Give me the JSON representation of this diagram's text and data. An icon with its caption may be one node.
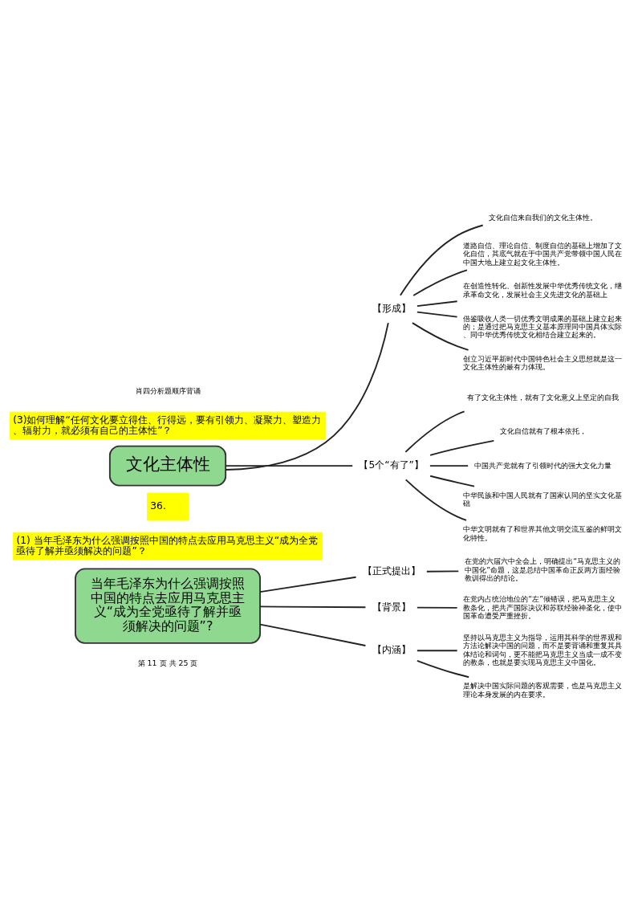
{
  "diagram": {
    "nodes": [
      {
        "text": [
          "文化主体性"
        ]
      },
      {
        "text": [
          "【形成】"
        ]
      },
      {
        "text": [
          "文化自信来自我们的文化主体性。"
        ]
      },
      {
        "text": [
          "道路自信、理论自信、制度自信的基础上增加了文化自信，其底气就在于中国共产党带领中国人民在中国大地上建立起文化主体性。"
        ]
      },
      {
        "text": [
          "在创造性转化、创新性发展中华优秀传统文化，继承革命文化，发展社会主义先进文化的基础上"
        ]
      },
      {
        "text": [
          "借鉴吸收人类一切优秀文明成果的基础上建立起来的；是通过把马克思主义基本原理同中国具体实际、同中华优秀传统文化相结合建立起来的。"
        ]
      },
      {
        "text": [
          "创立习近平新时代中国特色社会主义思想就是这一文化主体性的最有力体现。"
        ]
      },
      {
        "text": [
          "【5个“有了”】"
        ]
      },
      {
        "text": [
          "有了文化主体性，就有了文化意义上坚定的自我"
        ]
      },
      {
        "text": [
          "文化自信就有了根本依托，"
        ]
      },
      {
        "text": [
          "中国共产党就有了引领时代的强大文化力量"
        ]
      },
      {
        "text": [
          "中华民族和中国人民就有了国家认同的坚实文化基础"
        ]
      },
      {
        "text": [
          "中华文明就有了和世界其他文明交流互鉴的鲜明文化特性。"
        ]
      },
      {
        "text": [
          "当年毛泽东为什么强调按照中国的特点去应用马克思主义“成为全党亟待了解并亟须解决的问题”?"
        ]
      },
      {
        "text": [
          "【正式提出】"
        ]
      },
      {
        "text": [
          "在党的六届六中全会上，明确提出“马克思主义的中国化”命题，这是总结中国革命正反两方面经验教训得出的结论。"
        ]
      },
      {
        "text": [
          "【背景】"
        ]
      },
      {
        "text": [
          "在党内占统治地位的“左”倾错误，把马克思主义教条化，把共产国际决议和苏联经验神圣化，使中国革命遭受严重挫折。"
        ]
      },
      {
        "text": [
          "【内涵】"
        ]
      },
      {
        "text": [
          "坚持以马克思主义为指导，运用其科学的世界观和方法论解决中国的问题，而不是要背诵和重复其具体结论和词句，更不能把马克思主义当成一成不变的教条，也就是要实现马克思主义中国化。"
        ]
      },
      {
        "text": [
          "是解决中国实际问题的客观需要，也是马克思主义理论本身发展的内在要求。"
        ]
      }
    ],
    "edges": [
      {
        "from": 0,
        "to": 1,
        "arrow": "none"
      },
      {
        "from": 0,
        "to": 7,
        "arrow": "none"
      },
      {
        "from": 1,
        "to": 2,
        "arrow": "none"
      },
      {
        "from": 1,
        "to": 3,
        "arrow": "none"
      },
      {
        "from": 1,
        "to": 4,
        "arrow": "none"
      },
      {
        "from": 1,
        "to": 5,
        "arrow": "none"
      },
      {
        "from": 1,
        "to": 6,
        "arrow": "none"
      },
      {
        "from": 7,
        "to": 8,
        "arrow": "none"
      },
      {
        "from": 7,
        "to": 9,
        "arrow": "none"
      },
      {
        "from": 7,
        "to": 10,
        "arrow": "none"
      },
      {
        "from": 7,
        "to": 11,
        "arrow": "none"
      },
      {
        "from": 7,
        "to": 12,
        "arrow": "none"
      },
      {
        "from": 13,
        "to": 14,
        "arrow": "none"
      },
      {
        "from": 13,
        "to": 16,
        "arrow": "none"
      },
      {
        "from": 13,
        "to": 18,
        "arrow": "none"
      },
      {
        "from": 14,
        "to": 15,
        "arrow": "none"
      },
      {
        "from": 16,
        "to": 17,
        "arrow": "none"
      },
      {
        "from": 18,
        "to": 19,
        "arrow": "none"
      },
      {
        "from": 18,
        "to": 20,
        "arrow": "none"
      }
    ],
    "labels": [
      "肖四分析题顺序背诵",
      "(3)如何理解“任何文化要立得住、行得远，要有引领力、凝聚力、塑造力、辐射力，就必须有自己的主体性”？",
      "36.",
      "(1) 当年毛泽东为什么强调按照中国的特点去应用马克思主义“成为全党亟待了解并亟须解决的问题”？",
      "第 11 页 共 25 页"
    ]
  }
}
